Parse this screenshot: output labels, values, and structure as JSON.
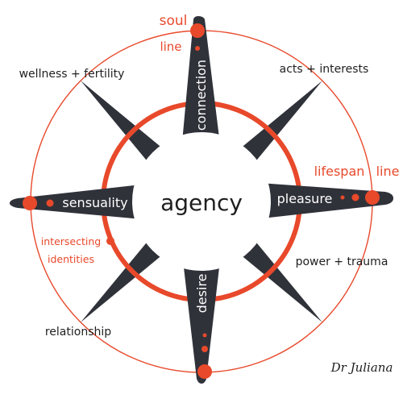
{
  "center": {
    "label": "agency"
  },
  "arms": {
    "north": {
      "label": "connection"
    },
    "east": {
      "label": "pleasure"
    },
    "south": {
      "label": "desire"
    },
    "west": {
      "label": "sensuality"
    }
  },
  "outer_labels": {
    "northeast": "acts + interests",
    "northwest": "wellness + fertility",
    "southeast": "power + trauma",
    "southwest": "relationship",
    "intersecting_line1": "intersecting",
    "intersecting_line2": "identities"
  },
  "line_labels": {
    "soul": "soul",
    "soul_line": "line",
    "lifespan": "lifespan",
    "lifespan_line": "line"
  },
  "signature": "Dr Juliana",
  "colors": {
    "accent": "#e8492b",
    "arm": "#30323a",
    "text": "#1f1f1f",
    "background": "#ffffff"
  }
}
